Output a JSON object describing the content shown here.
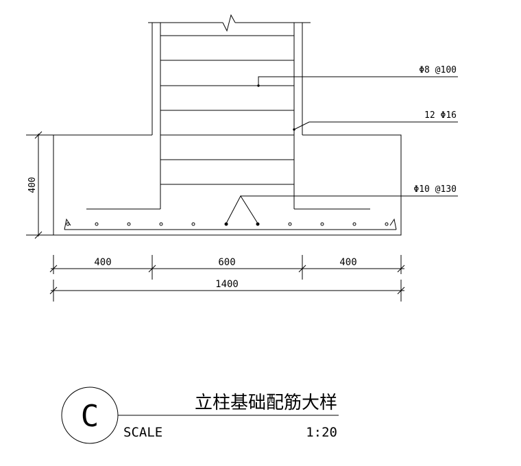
{
  "annotations": {
    "stirrup": "Φ8 @100",
    "longitudinal": "12 Φ16",
    "bottom_bars": "Φ10 @130"
  },
  "dimensions": {
    "height": "400",
    "left": "400",
    "middle": "600",
    "right": "400",
    "total": "1400"
  },
  "title_block": {
    "symbol": "C",
    "title": "立柱基础配筋大样",
    "scale_label": "SCALE",
    "scale_value": "1:20"
  }
}
